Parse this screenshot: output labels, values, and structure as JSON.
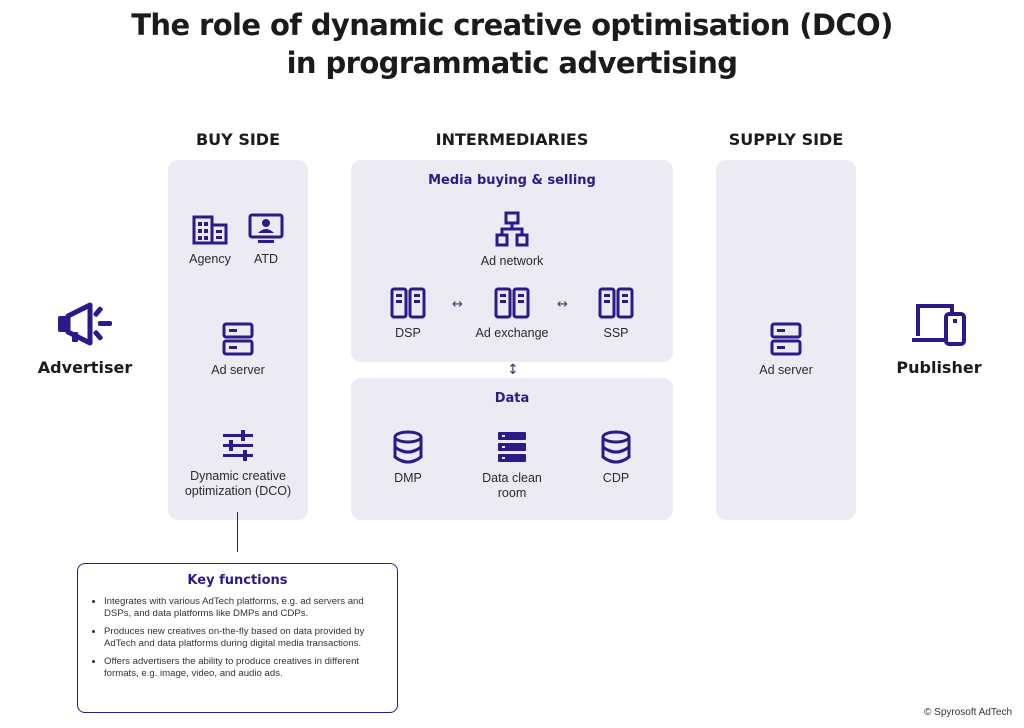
{
  "title": {
    "line1": "The role of dynamic creative optimisation (DCO)",
    "line2": "in programmatic advertising"
  },
  "columns": {
    "buy_side": "BUY SIDE",
    "intermediaries": "INTERMEDIARIES",
    "supply_side": "SUPPLY SIDE"
  },
  "advertiser": {
    "label": "Advertiser",
    "icon": "megaphone-icon"
  },
  "publisher": {
    "label": "Publisher",
    "icon": "devices-icon"
  },
  "buy_side": {
    "agency": "Agency",
    "atd": "ATD",
    "ad_server": "Ad server",
    "dco": "Dynamic creative optimization (DCO)"
  },
  "media": {
    "title": "Media buying & selling",
    "ad_network": "Ad network",
    "dsp": "DSP",
    "ad_exchange": "Ad exchange",
    "ssp": "SSP",
    "arrow": "↔"
  },
  "vertical_arrow": "↕",
  "data_section": {
    "title": "Data",
    "dmp": "DMP",
    "data_clean_room": "Data clean room",
    "cdp": "CDP"
  },
  "supply_side": {
    "ad_server": "Ad server"
  },
  "key_functions": {
    "title": "Key functions",
    "items": [
      "Integrates with various AdTech platforms, e.g. ad servers and DSPs, and data platforms like DMPs and CDPs.",
      "Produces new creatives on-the-fly based on data provided by AdTech and data platforms during digital media transactions.",
      "Offers advertisers the ability to produce creatives in different formats, e.g. image, video, and audio ads."
    ]
  },
  "footer": "© Spyrosoft AdTech",
  "colors": {
    "accent": "#2b1a8a",
    "panel": "#ecebf4"
  }
}
